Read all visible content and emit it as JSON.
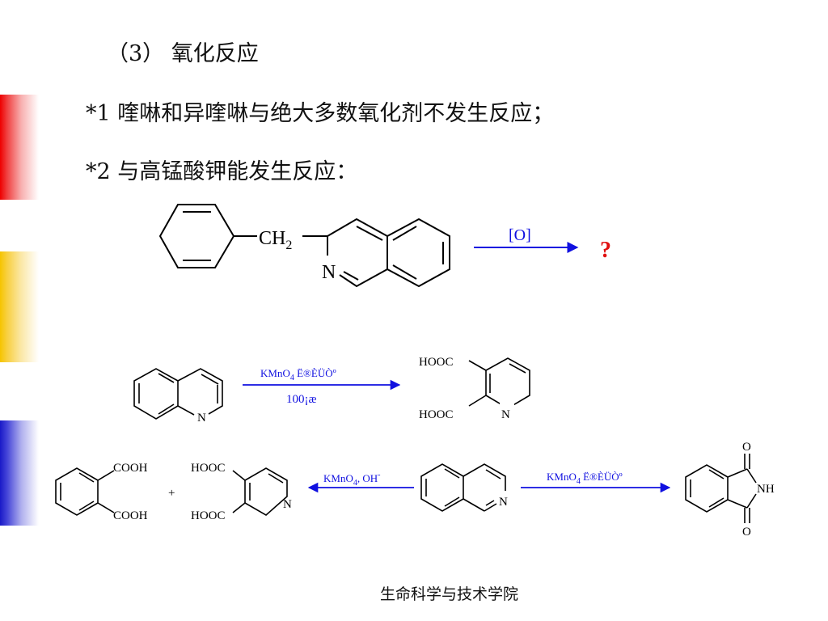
{
  "heading": "（3）  氧化反应",
  "bullets": [
    "*1 喹啉和异喹啉与绝大多数氧化剂不发生反应；",
    "*2 与高锰酸钾能发生反应："
  ],
  "reaction1": {
    "ch2": "CH",
    "ch2_sub": "2",
    "n": "N",
    "reagent": "[O]",
    "product": "?"
  },
  "reaction2": {
    "reagent_main": "KMnO",
    "reagent_sub": "4",
    "reagent_rest": " Ë®ÈÜÒº",
    "temp": "100¡æ",
    "n": "N",
    "hooc_top": "HOOC",
    "hooc_bottom": "HOOC",
    "product_n": "N"
  },
  "reaction3": {
    "reagent_left": "KMnO",
    "reagent_left_sub": "4",
    "reagent_left_rest": ", OH",
    "reagent_left_sup": "-",
    "reagent_right": "KMnO",
    "reagent_right_sub": "4",
    "reagent_right_rest": " Ë®ÈÜÒº",
    "isoquinoline_n": "N",
    "phthalic_cooh_top": "COOH",
    "phthalic_cooh_bottom": "COOH",
    "plus": "+",
    "pyridine_hooc_top": "HOOC",
    "pyridine_hooc_bottom": "HOOC",
    "pyridine_n": "N",
    "imide_o_top": "O",
    "imide_o_bottom": "O",
    "imide_nh": "NH"
  },
  "footer": "生命科学与技术学院",
  "colors": {
    "arrow": "#1010e0",
    "question": "#e01010",
    "bar_red": "#ee0000",
    "bar_yellow": "#f6c400",
    "bar_blue": "#1a1ac8"
  }
}
